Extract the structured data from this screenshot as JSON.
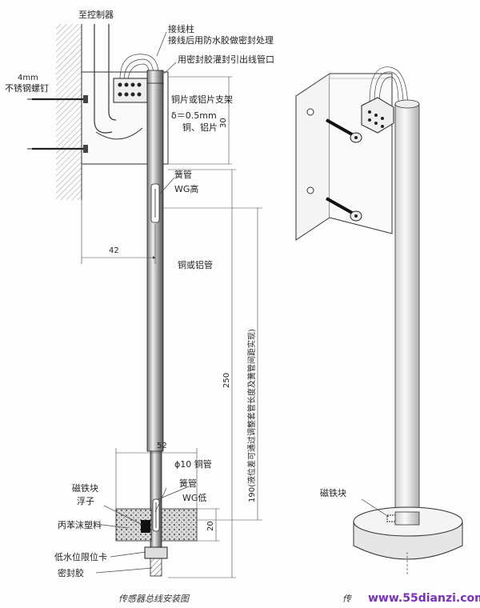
{
  "left_diagram": {
    "labels": {
      "controller": "至控制器",
      "terminal_post": "接线柱",
      "waterproof_seal": "接线后用防水胶做密封处理",
      "outlet_seal": "用密封胶灌封引出线管口",
      "screw_size": "4mm",
      "screw_name": "不锈钢螺钉",
      "bracket": "铜片或铝片支架",
      "thickness": "δ＝0.5mm",
      "copper_al": "铜、铝片",
      "reed_top": "簧管",
      "wg_top": "WG高",
      "tube_material": "铜或铝管",
      "range_note": "190(液位差可通过调整套管长度及簧管间距实现)",
      "tube_dia": "ϕ10 铜管",
      "magnet": "磁铁块",
      "float": "浮子",
      "reed_bottom": "簧管",
      "wg_bottom": "WG低",
      "foam": "丙苯沫塑料",
      "low_stop": "低水位限位卡",
      "sealant": "密封胶"
    },
    "dimensions": {
      "d30": "30",
      "d42": "42",
      "d250": "250",
      "d52": "52",
      "d20": "20"
    },
    "caption": "传感器总线安装图"
  },
  "right_diagram": {
    "labels": {
      "magnet": "磁铁块"
    },
    "caption": "传"
  },
  "watermark": "www.55dianzi.com"
}
